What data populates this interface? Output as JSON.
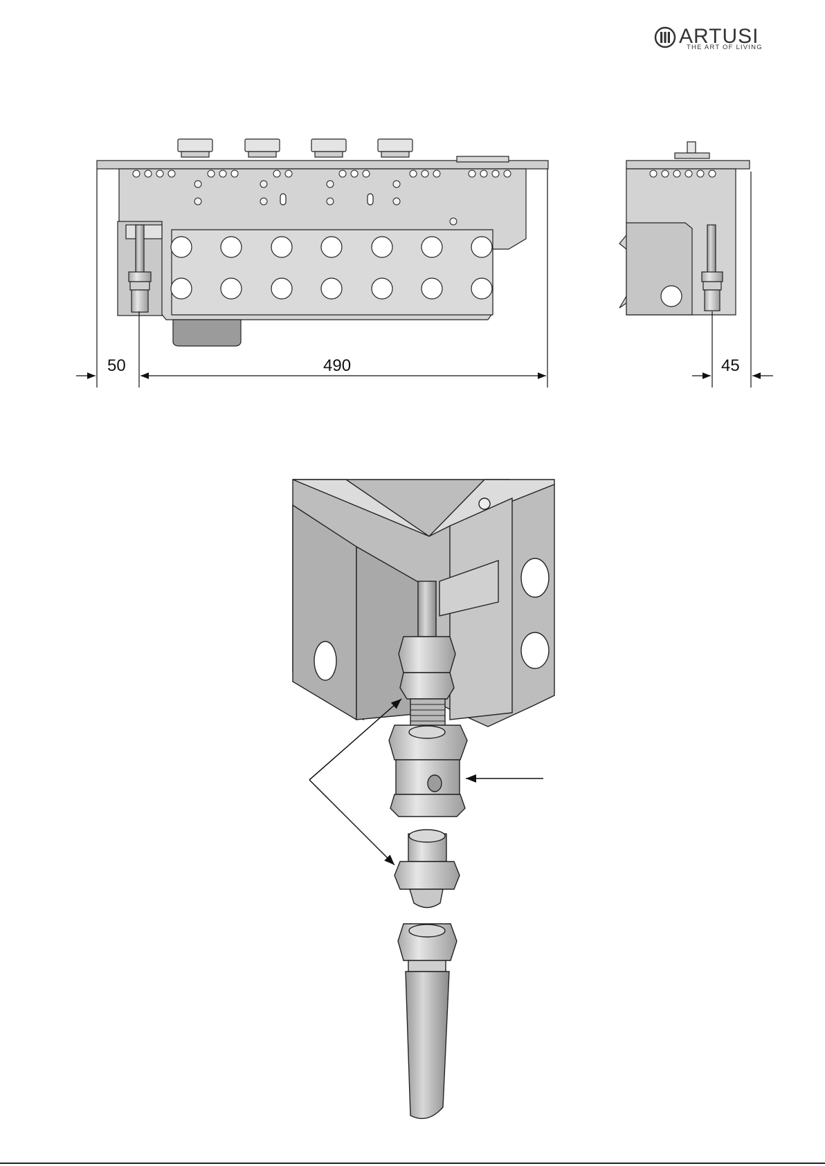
{
  "brand": {
    "name": "ARTUSI",
    "tagline": "THE ART OF LIVING"
  },
  "dimensions": {
    "left_offset": "50",
    "width": "490",
    "right_offset": "45"
  },
  "colors": {
    "metal_light": "#d6d6d6",
    "metal_mid": "#bdbdbd",
    "metal_dark": "#8c8c8c",
    "outline": "#222222"
  }
}
